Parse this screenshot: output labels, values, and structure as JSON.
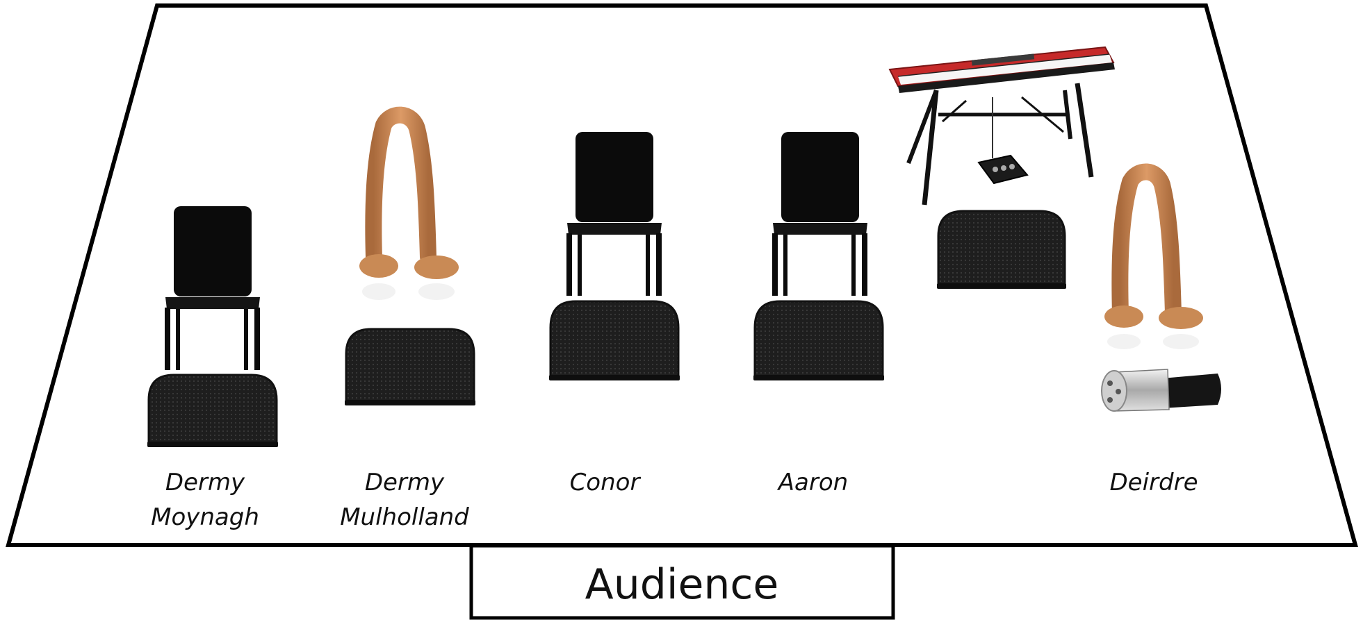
{
  "stage_plan": {
    "audience_label": "Audience",
    "performers": [
      {
        "name_line1": "Dermy",
        "name_line2": "Moynagh",
        "equipment": [
          "chair",
          "floor-monitor"
        ]
      },
      {
        "name_line1": "Dermy",
        "name_line2": "Mulholland",
        "equipment": [
          "di-box",
          "floor-monitor"
        ]
      },
      {
        "name_line1": "Conor",
        "name_line2": "",
        "equipment": [
          "chair",
          "floor-monitor"
        ]
      },
      {
        "name_line1": "Aaron",
        "name_line2": "",
        "equipment": [
          "chair",
          "floor-monitor"
        ]
      },
      {
        "name_line1": "",
        "name_line2": "",
        "equipment": [
          "stage-piano",
          "piano-stand",
          "sustain-pedal",
          "floor-monitor"
        ]
      },
      {
        "name_line1": "Deirdre",
        "name_line2": "",
        "equipment": [
          "di-box",
          "xlr-connector"
        ]
      }
    ],
    "colors": {
      "outline": "#000000",
      "monitor": "#1c1c1c",
      "chair": "#0b0b0b",
      "di_box": "#c98a55",
      "piano": "#c62a2a"
    }
  }
}
